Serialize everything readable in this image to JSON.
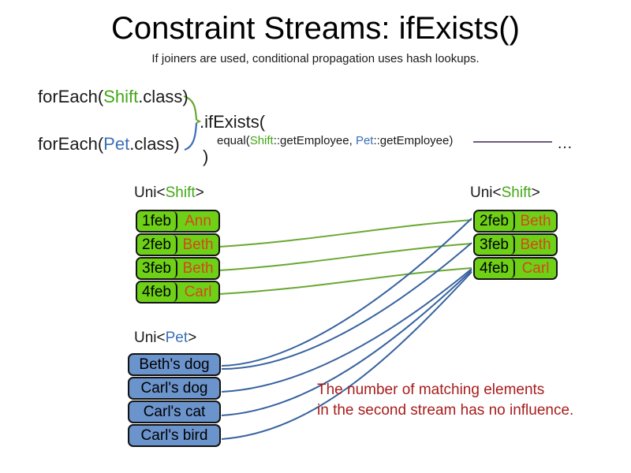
{
  "header": {
    "title": "Constraint Streams: ifExists()",
    "subtitle": "If joiners are used, conditional propagation uses hash lookups."
  },
  "code": {
    "foreach_shift_prefix": "forEach(",
    "foreach_shift_type": "Shift",
    "foreach_shift_suffix": ".class)",
    "foreach_pet_prefix": "forEach(",
    "foreach_pet_type": "Pet",
    "foreach_pet_suffix": ".class)",
    "ifexists": ".ifExists(",
    "equal_prefix": "equal(",
    "equal_shift": "Shift",
    "equal_mid": "::getEmployee, ",
    "equal_pet": "Pet",
    "equal_suffix": "::getEmployee)",
    "close_paren": ")",
    "ellipsis": "…"
  },
  "streams": {
    "left_shift": {
      "label_prefix": "Uni<",
      "label_type": "Shift",
      "label_suffix": ">",
      "rows": [
        {
          "date": "1feb",
          "name": "Ann"
        },
        {
          "date": "2feb",
          "name": "Beth"
        },
        {
          "date": "3feb",
          "name": "Beth"
        },
        {
          "date": "4feb",
          "name": "Carl"
        }
      ]
    },
    "right_shift": {
      "label_prefix": "Uni<",
      "label_type": "Shift",
      "label_suffix": ">",
      "rows": [
        {
          "date": "2feb",
          "name": "Beth"
        },
        {
          "date": "3feb",
          "name": "Beth"
        },
        {
          "date": "4feb",
          "name": "Carl"
        }
      ]
    },
    "pet": {
      "label_prefix": "Uni<",
      "label_type": "Pet",
      "label_suffix": ">",
      "rows": [
        {
          "text": "Beth's dog"
        },
        {
          "text": "Carl's dog"
        },
        {
          "text": "Carl's cat"
        },
        {
          "text": "Carl's bird"
        }
      ]
    }
  },
  "note": {
    "line1": "The number of matching elements",
    "line2": "in the second stream has no influence."
  },
  "colors": {
    "shift_green": "#6fd018",
    "shift_name_orange": "#d4481a",
    "pet_blue": "#6b93cc",
    "wire_green": "#69a832",
    "wire_blue": "#37629e",
    "note_red": "#a81c1c",
    "type_green": "#44a616",
    "type_blue": "#3a6fb7",
    "rule_purple": "#6b5b7b"
  }
}
